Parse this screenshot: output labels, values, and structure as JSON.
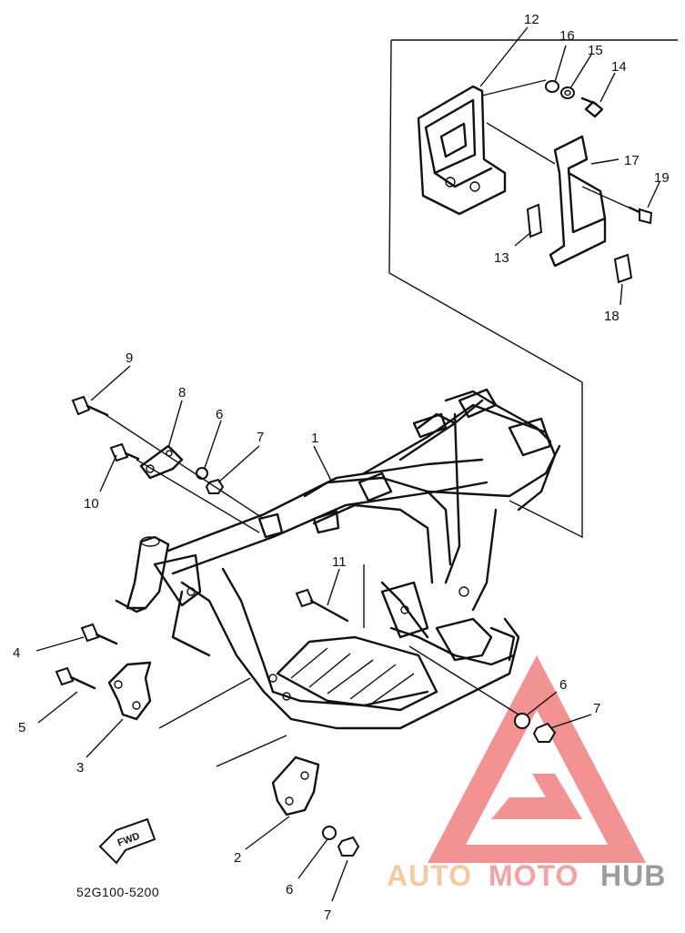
{
  "callouts": {
    "c1": "1",
    "c2": "2",
    "c3": "3",
    "c4": "4",
    "c5": "5",
    "c6a": "6",
    "c6b": "6",
    "c6c": "6",
    "c7a": "7",
    "c7b": "7",
    "c7c": "7",
    "c8": "8",
    "c9": "9",
    "c10": "10",
    "c11": "11",
    "c12": "12",
    "c13": "13",
    "c14": "14",
    "c15": "15",
    "c16": "16",
    "c17": "17",
    "c18": "18",
    "c19": "19"
  },
  "fwd_label": "FWD",
  "part_code": "52G100-5200",
  "watermark": {
    "part1": "AUTO",
    "part2": "MOTO",
    "part3": "HUB",
    "color1": "#f6c9a0",
    "color2": "#f2a3a3",
    "color3": "#9c9c9c",
    "logo_color": "#f08080"
  }
}
